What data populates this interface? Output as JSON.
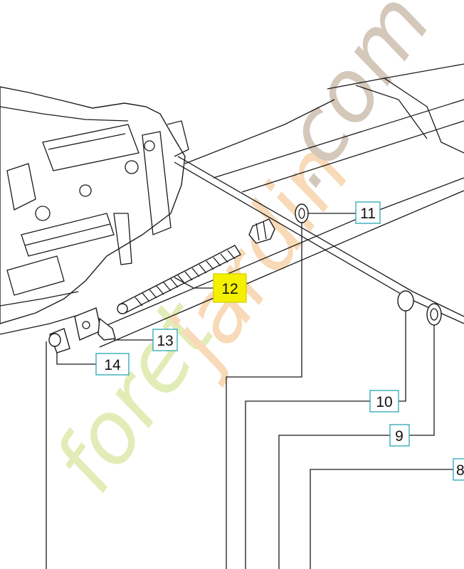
{
  "watermark": {
    "part1": "foret",
    "part2": "jardin",
    "part3": ".com",
    "colors": {
      "green": "#e1ebb4",
      "orange": "#f8d9b5",
      "taupe": "#d2c6b8"
    }
  },
  "callouts": {
    "c8": {
      "label": "8"
    },
    "c9": {
      "label": "9"
    },
    "c10": {
      "label": "10"
    },
    "c11": {
      "label": "11"
    },
    "c12": {
      "label": "12",
      "highlighted": true
    },
    "c13": {
      "label": "13"
    },
    "c14": {
      "label": "14"
    }
  },
  "colors": {
    "callout_border": "#2aa6b5",
    "highlight": "#f4f000",
    "line": "#1a1a1a"
  }
}
